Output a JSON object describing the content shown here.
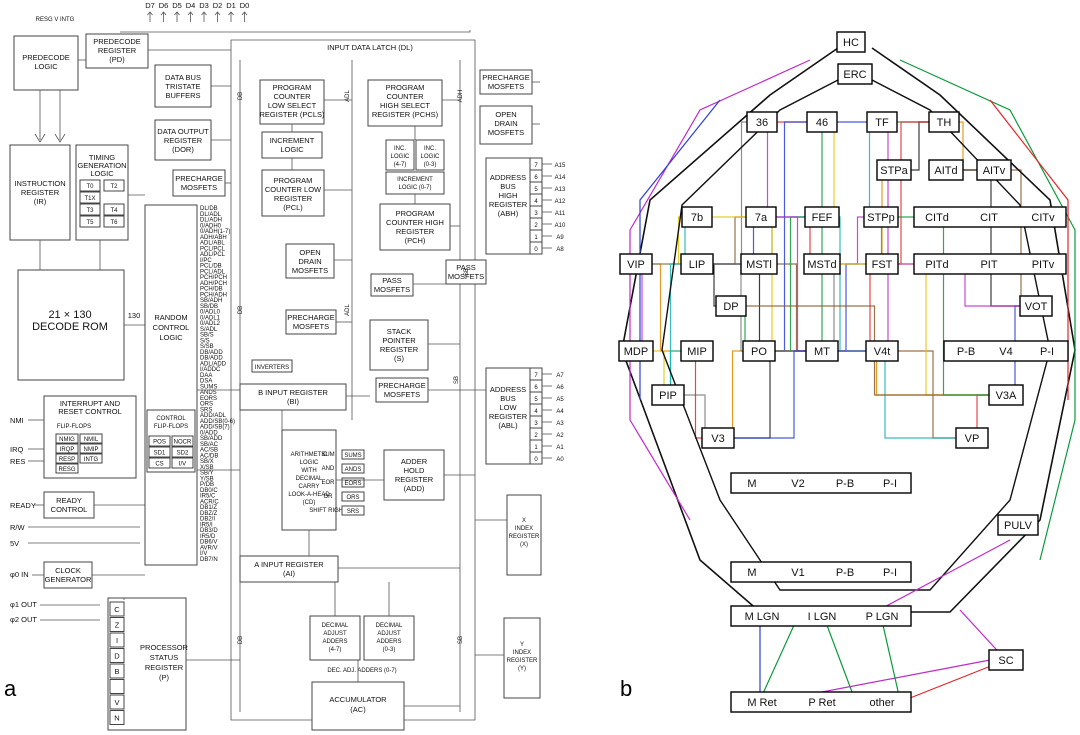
{
  "panels": {
    "a": "a",
    "b": "b"
  },
  "a": {
    "data_bits": [
      "D7",
      "D6",
      "D5",
      "D4",
      "D3",
      "D2",
      "D1",
      "D0"
    ],
    "top_signal": "RESG V INTG",
    "labels": {
      "idl": "INPUT DATA LATCH (DL)",
      "predecode_logic": [
        "PREDECODE",
        "LOGIC"
      ],
      "pd": [
        "PREDECODE",
        "REGISTER",
        "(PD)"
      ],
      "tristate": [
        "DATA BUS",
        "TRISTATE",
        "BUFFERS"
      ],
      "dor": [
        "DATA OUTPUT",
        "REGISTER",
        "(DOR)"
      ],
      "precharge1": [
        "PRECHARGE",
        "MOSFETS"
      ],
      "ir": [
        "INSTRUCTION",
        "REGISTER",
        "(IR)"
      ],
      "timing": [
        "TIMING",
        "GENERATION",
        "LOGIC"
      ],
      "timing_cells": [
        "T0",
        "T1X",
        "T3",
        "T5",
        "T2",
        "T4",
        "T6"
      ],
      "decode_rom": [
        "21 × 130",
        "DECODE ROM"
      ],
      "rom_out": "130",
      "rcl": [
        "RANDOM",
        "CONTROL",
        "LOGIC"
      ],
      "interrupt": [
        "INTERRUPT AND",
        "RESET CONTROL"
      ],
      "ff": "FLIP-FLOPS",
      "ff_cells": [
        "NMIG",
        "NMIL",
        "IRQP",
        "NMIP",
        "RESP",
        "INTG",
        "RESG"
      ],
      "cff": [
        "CONTROL",
        "FLIP-FLOPS"
      ],
      "cff_cells": [
        "POS",
        "NOCR",
        "SD1",
        "SD2",
        "CS",
        "I/V"
      ],
      "ready": [
        "READY",
        "CONTROL"
      ],
      "clock": [
        "CLOCK",
        "GENERATOR"
      ],
      "psr": [
        "PROCESSOR",
        "STATUS",
        "REGISTER",
        "(P)"
      ],
      "psr_bits": [
        "C",
        "Z",
        "I",
        "D",
        "B",
        "",
        "V",
        "N"
      ],
      "pcls": [
        "PROGRAM",
        "COUNTER",
        "LOW SELECT",
        "REGISTER (PCLS)"
      ],
      "incr1": [
        "INCREMENT",
        "LOGIC"
      ],
      "pcl": [
        "PROGRAM",
        "COUNTER LOW",
        "REGISTER",
        "(PCL)"
      ],
      "pchs": [
        "PROGRAM",
        "COUNTER",
        "HIGH SELECT",
        "REGISTER (PCHS)"
      ],
      "inc47": [
        "INC.",
        "LOGIC",
        "(4-7)"
      ],
      "inc03": [
        "INC.",
        "LOGIC",
        "(0-3)"
      ],
      "incr07": [
        "INCREMENT",
        "LOGIC (0-7)"
      ],
      "pch": [
        "PROGRAM",
        "COUNTER HIGH",
        "REGISTER",
        "(PCH)"
      ],
      "precharge2": [
        "PRECHARGE",
        "MOSFETS"
      ],
      "odm1": [
        "OPEN",
        "DRAIN",
        "MOSFETS"
      ],
      "abh": [
        "ADDRESS",
        "BUS",
        "HIGH",
        "REGISTER",
        "(ABH)"
      ],
      "abh_bits": [
        "7",
        "6",
        "5",
        "4",
        "3",
        "2",
        "1",
        "0"
      ],
      "abh_pins": [
        "A15",
        "A14",
        "A13",
        "A12",
        "A11",
        "A10",
        "A9",
        "A8"
      ],
      "odm2": [
        "OPEN",
        "DRAIN",
        "MOSFETS"
      ],
      "pass1": [
        "PASS",
        "MOSFETS"
      ],
      "pass2": [
        "PASS",
        "MOSFETS"
      ],
      "precharge3": [
        "PRECHARGE",
        "MOSFETS"
      ],
      "sp": [
        "STACK",
        "POINTER",
        "REGISTER",
        "(S)"
      ],
      "precharge4": [
        "PRECHARGE",
        "MOSFETS"
      ],
      "abl": [
        "ADDRESS",
        "BUS",
        "LOW",
        "REGISTER",
        "(ABL)"
      ],
      "abl_bits": [
        "7",
        "6",
        "5",
        "4",
        "3",
        "2",
        "1",
        "0"
      ],
      "abl_pins": [
        "A7",
        "A6",
        "A5",
        "A4",
        "A3",
        "A2",
        "A1",
        "A0"
      ],
      "inverters": "INVERTERS",
      "bir": [
        "B INPUT REGISTER",
        "(BI)"
      ],
      "alu": [
        "ARITHMETIC",
        "LOGIC",
        "WITH",
        "DECIMAL",
        "CARRY",
        "LOOK-A-HEAD",
        "(CD)"
      ],
      "alu_ops": [
        "SUM",
        "AND",
        "EOR",
        "OR",
        "SHIFT RIGHT"
      ],
      "alu_outs": [
        "SUMS",
        "ANDS",
        "EORS",
        "ORS",
        "SRS"
      ],
      "add": [
        "ADDER",
        "HOLD",
        "REGISTER",
        "(ADD)"
      ],
      "xreg": [
        "X",
        "INDEX",
        "REGISTER",
        "(X)"
      ],
      "air": [
        "A INPUT REGISTER",
        "(AI)"
      ],
      "daa1": [
        "DECIMAL",
        "ADJUST",
        "ADDERS",
        "(4-7)"
      ],
      "daa2": [
        "DECIMAL",
        "ADJUST",
        "ADDERS",
        "(0-3)"
      ],
      "daa_all": "DEC. ADJ. ADDERS (0-7)",
      "acc": [
        "ACCUMULATOR",
        "(AC)"
      ],
      "yreg": [
        "Y",
        "INDEX",
        "REGISTER",
        "(Y)"
      ],
      "signals_left": [
        "NMI",
        "IRQ",
        "RES",
        "READY",
        "R/W",
        "5V",
        "φ0 IN",
        "φ1 OUT",
        "φ2 OUT"
      ],
      "bus": [
        "DB",
        "ADL",
        "ADH",
        "SB",
        "DB",
        "ADL",
        "SB",
        "DB",
        "SB"
      ],
      "rcl_lines": [
        "DL/DB",
        "DL/ADL",
        "DL/ADH",
        "0/ADH0",
        "0/ADH(1-7)",
        "ADH/ABH",
        "ADL/ABL",
        "PCL/PCL",
        "ADL/PCL",
        "I/PC",
        "PCL/DB",
        "PCL/ADL",
        "PCH/PCH",
        "ADH/PCH",
        "PCH/DB",
        "PCH/ADH",
        "SB/ADH",
        "SB/DB",
        "0/ADL0",
        "0/ADL1",
        "0/ADL2",
        "S/ADL",
        "SB/S",
        "S/S",
        "S/SB",
        "DB/ADD",
        "DB/ADD",
        "ADL/ADD",
        "I/ADDC",
        "DAA",
        "DSA",
        "SUMS",
        "ANDS",
        "EORS",
        "ORS",
        "SRS",
        "ADD/ADL",
        "ADD/SB(0-6)",
        "ADD/SB(7)",
        "0/ADD",
        "SB/ADD",
        "SB/AC",
        "AC/SB",
        "AC/DB",
        "SB/X",
        "X/SB",
        "SB/Y",
        "Y/SB",
        "P/DB",
        "DB0/C",
        "IR5/C",
        "ACR/C",
        "DB1/Z",
        "DBZ/Z",
        "DB2/I",
        "IR5/I",
        "DB3/D",
        "IR5/D",
        "DB6/V",
        "AVR/V",
        "I/V",
        "DB7/N"
      ]
    }
  },
  "b": {
    "nodes": {
      "HC": "HC",
      "ERC": "ERC",
      "n36": "36",
      "n46": "46",
      "TF": "TF",
      "TH": "TH",
      "STPa": "STPa",
      "AITd": "AITd",
      "AITv": "AITv",
      "n7b": "7b",
      "n7a": "7a",
      "FEF": "FEF",
      "STPp": "STPp",
      "CITd": "CITd",
      "CIT": "CIT",
      "CITv": "CITv",
      "VIP": "VIP",
      "LIP": "LIP",
      "MSTl": "MSTl",
      "MSTd": "MSTd",
      "FST": "FST",
      "PITd": "PITd",
      "PIT": "PIT",
      "PITv": "PITv",
      "DP": "DP",
      "VOT": "VOT",
      "MDP": "MDP",
      "MIP": "MIP",
      "PO": "PO",
      "MT": "MT",
      "V4t": "V4t",
      "PB4": "P-B",
      "V4": "V4",
      "PI4": "P-I",
      "PIP": "PIP",
      "V3A": "V3A",
      "V3": "V3",
      "VP": "VP",
      "M2": "M",
      "V2": "V2",
      "PB2": "P-B",
      "PI2": "P-I",
      "PULV": "PULV",
      "M1": "M",
      "V1": "V1",
      "PB1": "P-B",
      "PI1": "P-I",
      "MLGN": "M LGN",
      "ILGN": "I LGN",
      "PLGN": "P LGN",
      "SC": "SC",
      "MRet": "M Ret",
      "PRet": "P Ret",
      "other": "other"
    },
    "colors": [
      "#e3262a",
      "#2b3fd6",
      "#0a9a3a",
      "#c12ac8",
      "#e5c400",
      "#14b3b3",
      "#e38a00",
      "#1a1a1a",
      "#8a5a2a",
      "#7a7a7a"
    ]
  }
}
